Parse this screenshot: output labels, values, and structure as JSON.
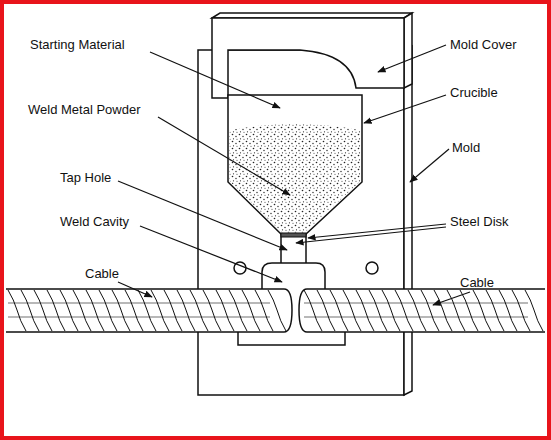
{
  "diagram": {
    "labels": [
      "Starting Material",
      "Weld Metal Powder",
      "Tap Hole",
      "Weld Cavity",
      "Cable",
      "Mold Cover",
      "Crucible",
      "Mold",
      "Steel Disk",
      "Cable"
    ]
  }
}
